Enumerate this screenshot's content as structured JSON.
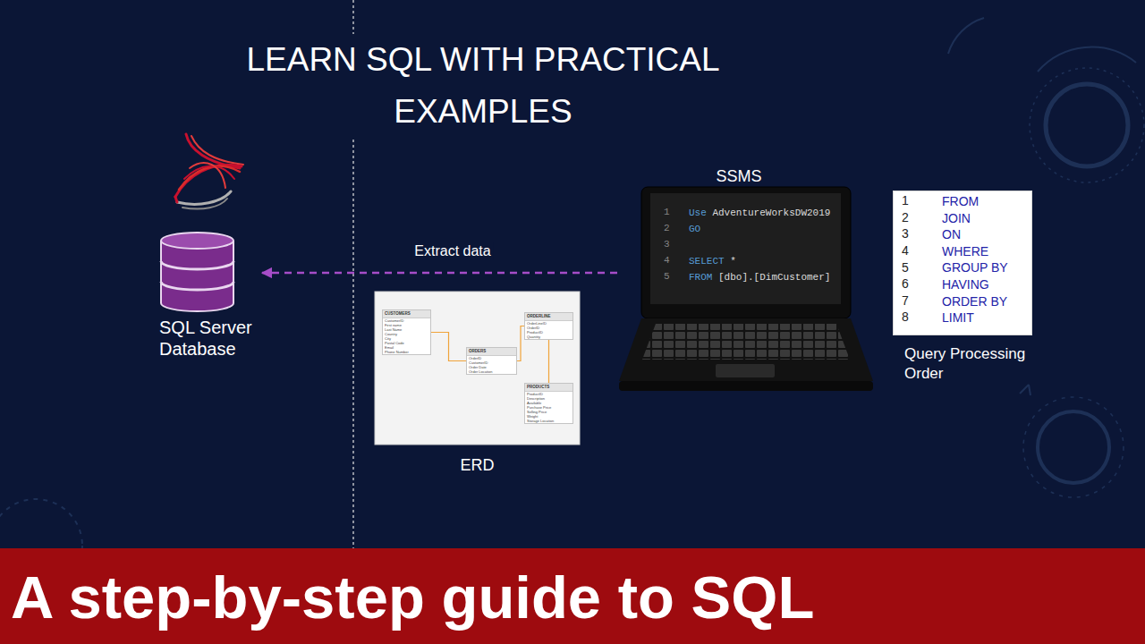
{
  "diagram": {
    "title": "LEARN SQL WITH PRACTICAL EXAMPLES",
    "caption": "A step-by-step guide to SQL",
    "nodes": [
      {
        "text": [
          "SQL Server Database"
        ]
      },
      {
        "text": [
          "ERD"
        ]
      },
      {
        "text": [
          "CUSTOMERS",
          "CustomerID",
          "First name",
          "Last Name",
          "Country",
          "City",
          "Postal Code",
          "Email",
          "Phone Number"
        ],
        "in": 1
      },
      {
        "text": [
          "ORDERS",
          "OrderID",
          "CustomerID",
          "Order Date",
          "Order Location"
        ],
        "in": 1
      },
      {
        "text": [
          "ORDERLINE",
          "OrderLineID",
          "OrderID",
          "ProductID",
          "Quantity"
        ],
        "in": 1
      },
      {
        "text": [
          "PRODUCTS",
          "ProductID",
          "Description",
          "Available",
          "Purchase Price",
          "Selling Price",
          "Weight",
          "Storage Location"
        ],
        "in": 1
      },
      {
        "text": [
          "SSMS",
          "Use",
          "AdventureWorksDW2019",
          "GO",
          "SELECT",
          "*",
          "FROM",
          "[dbo].[DimCustomer]"
        ]
      },
      {
        "text": [
          "FROM",
          "JOIN",
          "ON",
          "WHERE",
          "GROUP BY",
          "HAVING",
          "ORDER BY",
          "LIMIT",
          "Query Processing Order"
        ]
      }
    ],
    "edges": [
      {
        "from": 6,
        "to": 0,
        "arrow": "to",
        "label": "Extract data"
      },
      {
        "from": 2,
        "to": 3,
        "arrow": "none"
      },
      {
        "from": 3,
        "to": 4,
        "arrow": "none"
      },
      {
        "from": 4,
        "to": 5,
        "arrow": "none"
      }
    ],
    "labels": [
      "1",
      "2",
      "3",
      "4",
      "5",
      "1",
      "2",
      "3",
      "4",
      "5",
      "6",
      "7",
      "8"
    ]
  }
}
